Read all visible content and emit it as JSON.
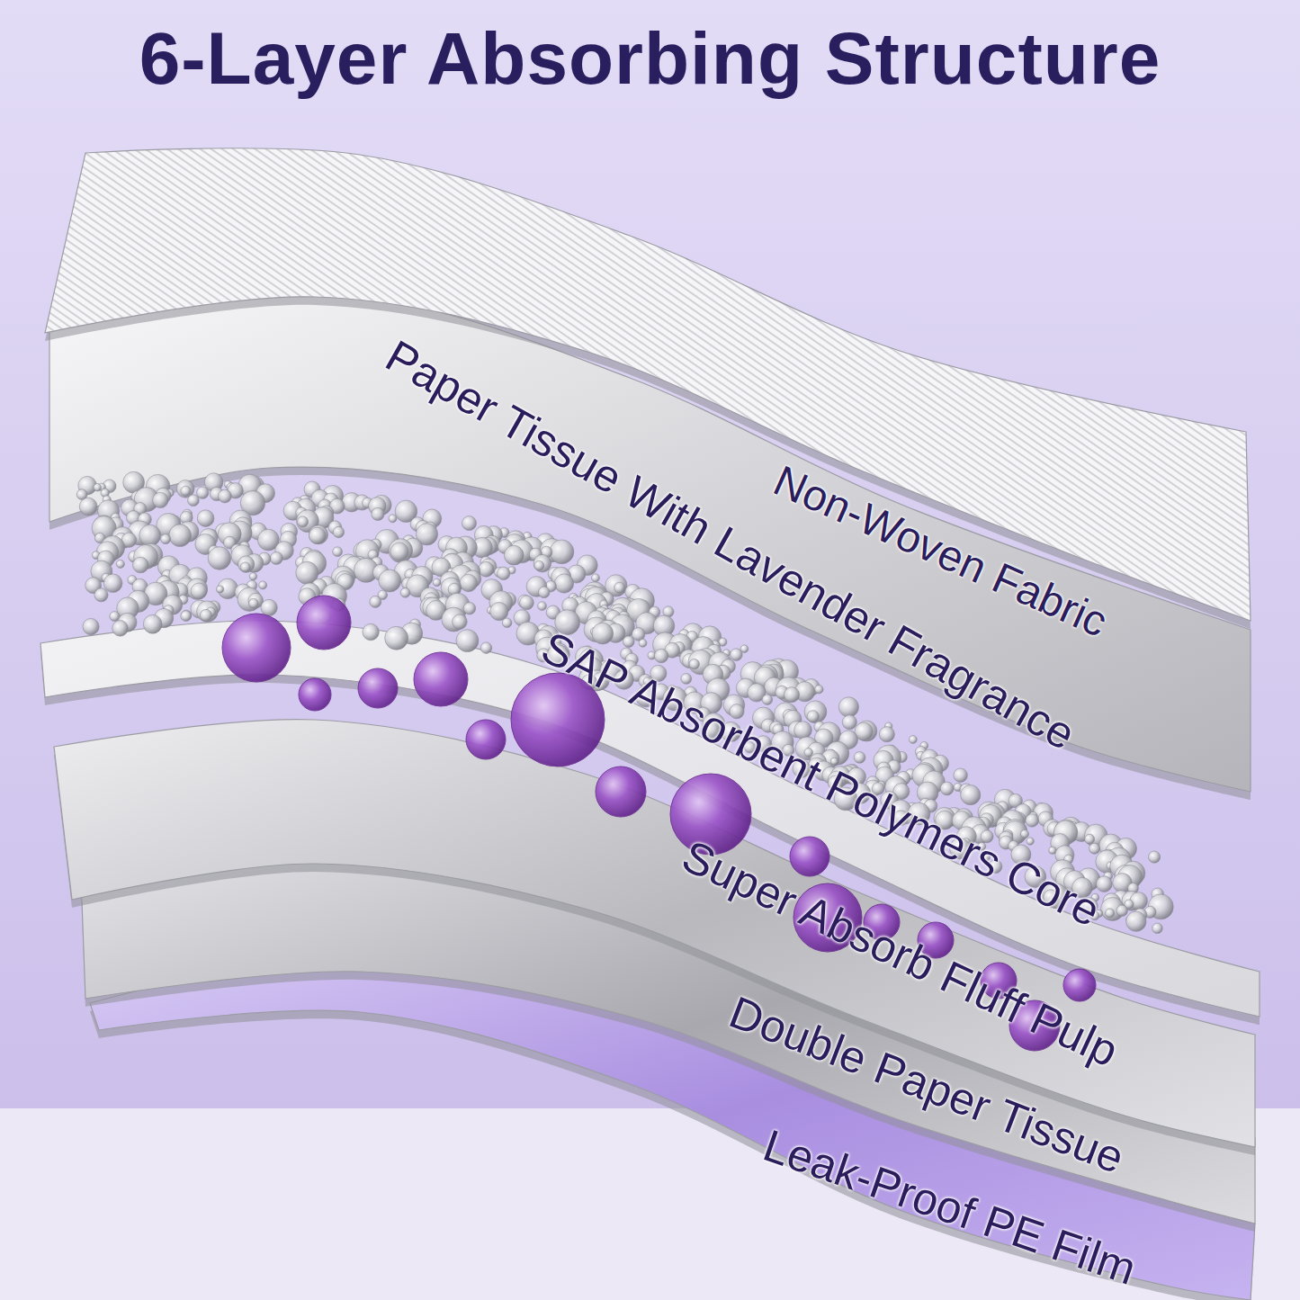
{
  "diagram": {
    "title": "6-Layer Absorbing Structure",
    "labels": [
      "Non-Woven Fabric",
      "Paper Tissue With Lavender Fragrance",
      "SAP Absorbent Polymers Core",
      "Super Absorb Fluff Pulp",
      "Double Paper Tissue",
      "Leak-Proof PE Film"
    ]
  }
}
